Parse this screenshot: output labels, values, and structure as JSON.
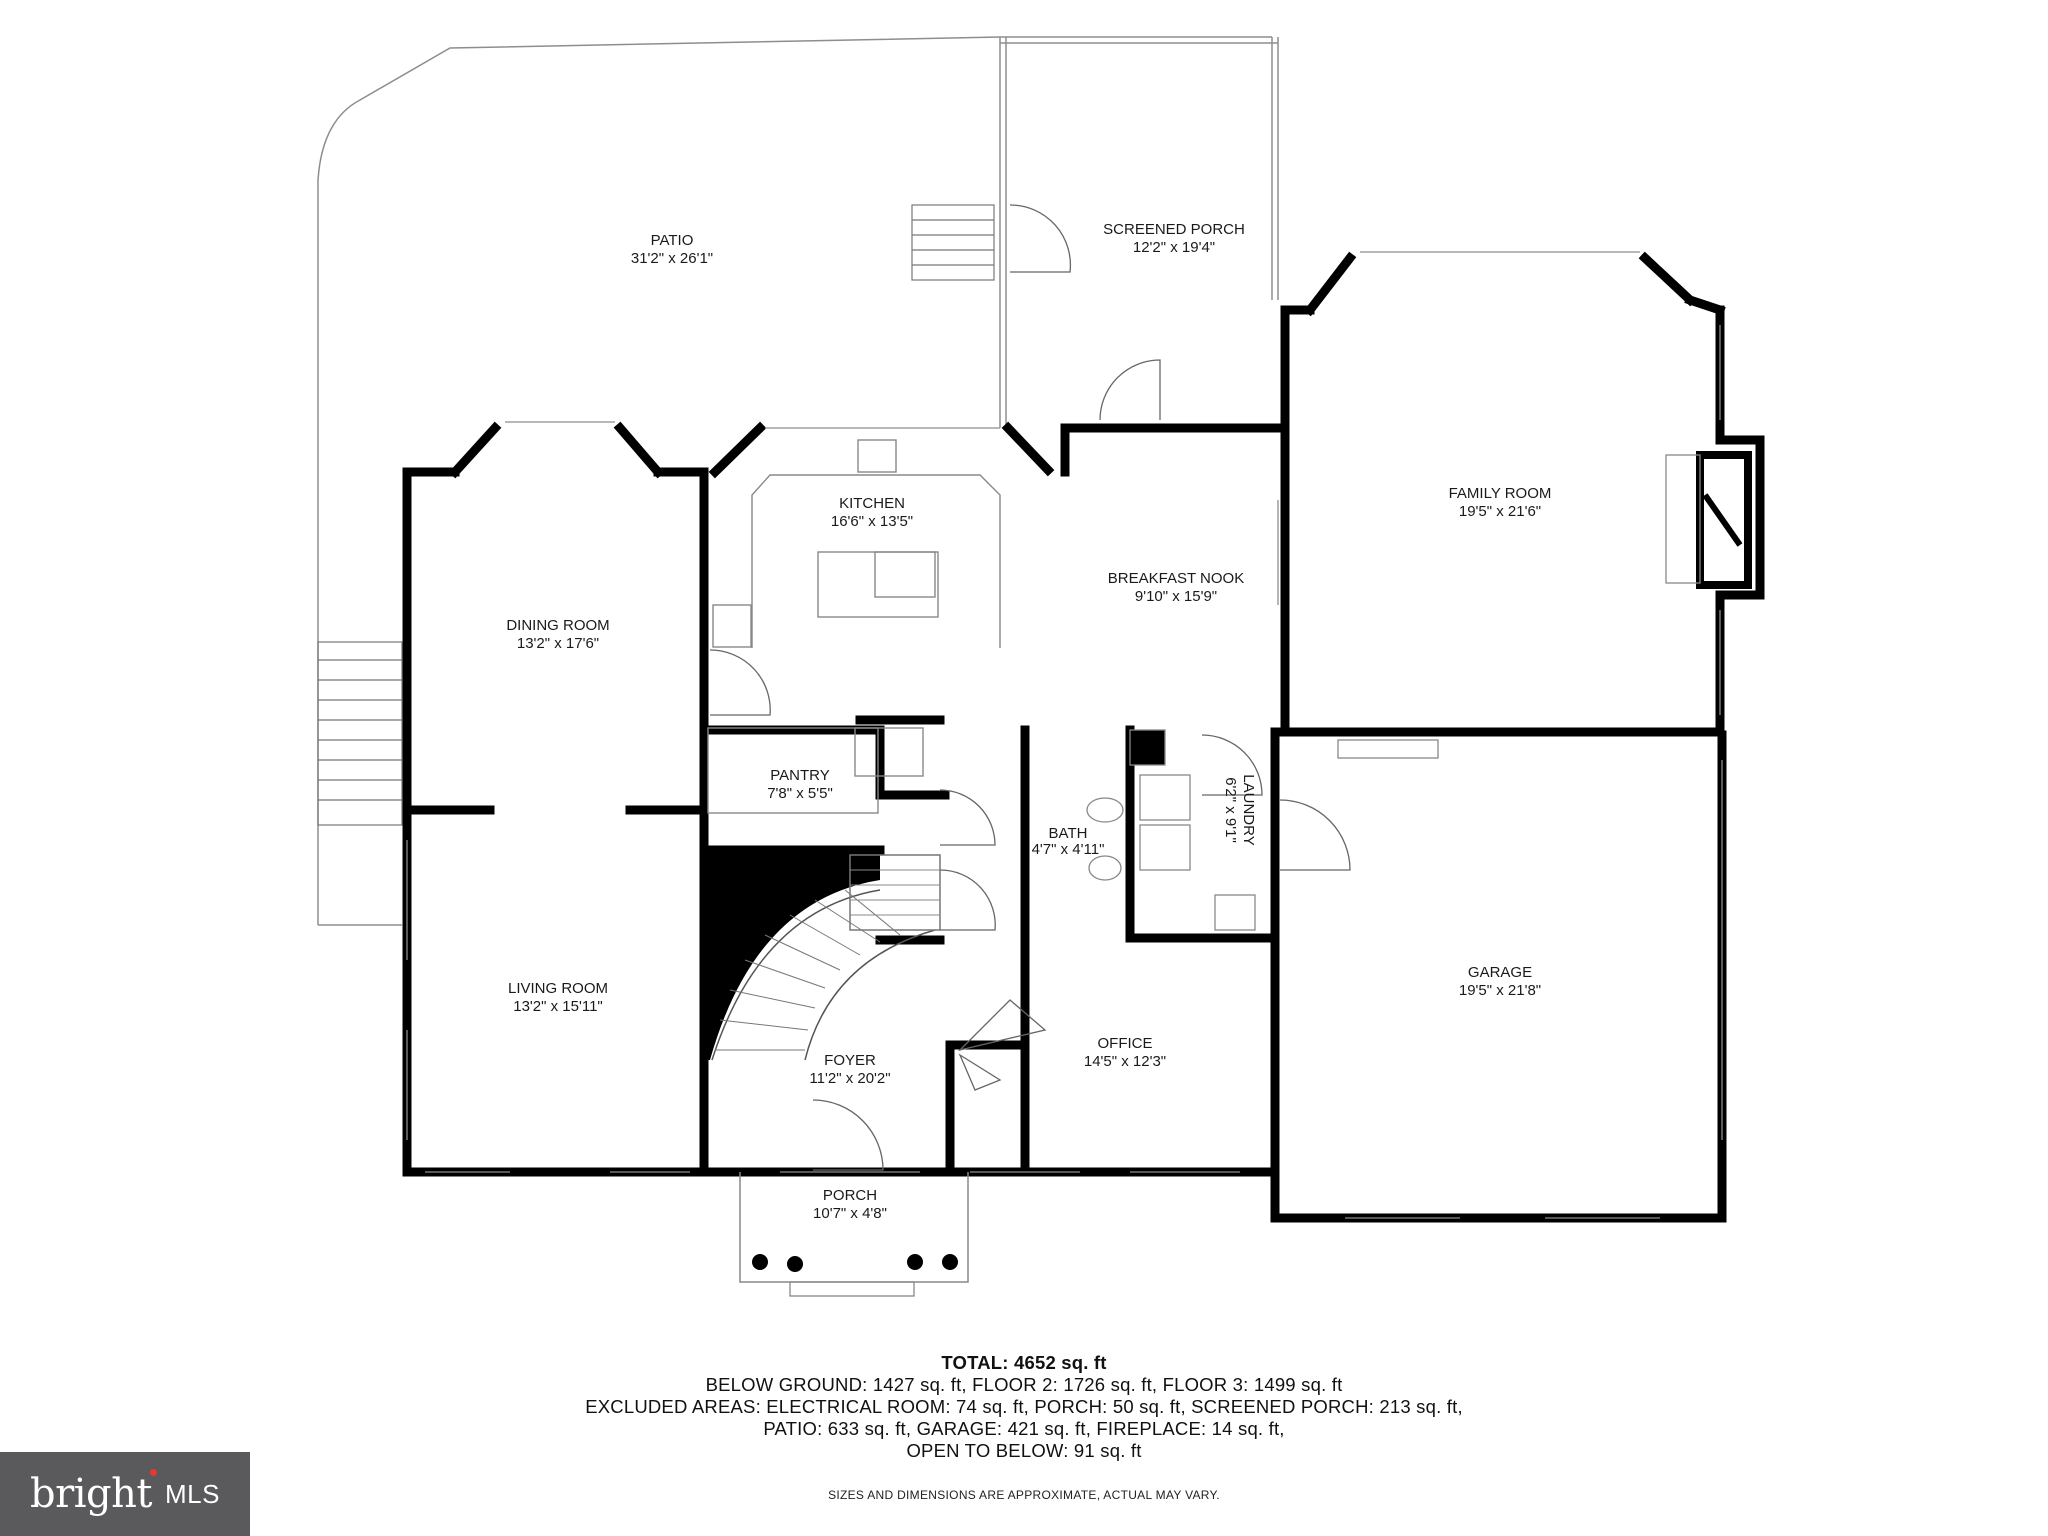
{
  "rooms": {
    "patio": {
      "name": "PATIO",
      "dim": "31'2\" x 26'1\""
    },
    "screened_porch": {
      "name": "SCREENED PORCH",
      "dim": "12'2\" x 19'4\""
    },
    "family_room": {
      "name": "FAMILY ROOM",
      "dim": "19'5\" x 21'6\""
    },
    "kitchen": {
      "name": "KITCHEN",
      "dim": "16'6\" x 13'5\""
    },
    "breakfast_nook": {
      "name": "BREAKFAST NOOK",
      "dim": "9'10\" x 15'9\""
    },
    "dining_room": {
      "name": "DINING ROOM",
      "dim": "13'2\" x 17'6\""
    },
    "pantry": {
      "name": "PANTRY",
      "dim": "7'8\" x 5'5\""
    },
    "bath": {
      "name": "BATH",
      "dim": "4'7\" x 4'11\""
    },
    "laundry": {
      "name": "LAUNDRY",
      "dim": "6'2\" x 9'1\""
    },
    "garage": {
      "name": "GARAGE",
      "dim": "19'5\" x 21'8\""
    },
    "living_room": {
      "name": "LIVING ROOM",
      "dim": "13'2\" x 15'11\""
    },
    "foyer": {
      "name": "FOYER",
      "dim": "11'2\" x 20'2\""
    },
    "office": {
      "name": "OFFICE",
      "dim": "14'5\" x 12'3\""
    },
    "porch": {
      "name": "PORCH",
      "dim": "10'7\" x 4'8\""
    }
  },
  "summary": {
    "total_label": "TOTAL: 4652 sq. ft",
    "line1": "BELOW GROUND: 1427 sq. ft, FLOOR 2: 1726 sq. ft, FLOOR 3: 1499 sq. ft",
    "line2": "EXCLUDED AREAS: ELECTRICAL ROOM: 74 sq. ft, PORCH: 50 sq. ft, SCREENED PORCH: 213 sq. ft,",
    "line3": "PATIO: 633 sq. ft, GARAGE: 421 sq. ft, FIREPLACE: 14 sq. ft,",
    "line4": "OPEN TO BELOW: 91 sq. ft"
  },
  "disclaimer": "SIZES AND DIMENSIONS ARE APPROXIMATE, ACTUAL MAY VARY.",
  "logo": {
    "brand": "bright",
    "suffix": "MLS",
    "dot_color": "#e7392f"
  },
  "colors": {
    "wall": "#000000",
    "line": "#9a9a9a",
    "background": "#ffffff"
  }
}
